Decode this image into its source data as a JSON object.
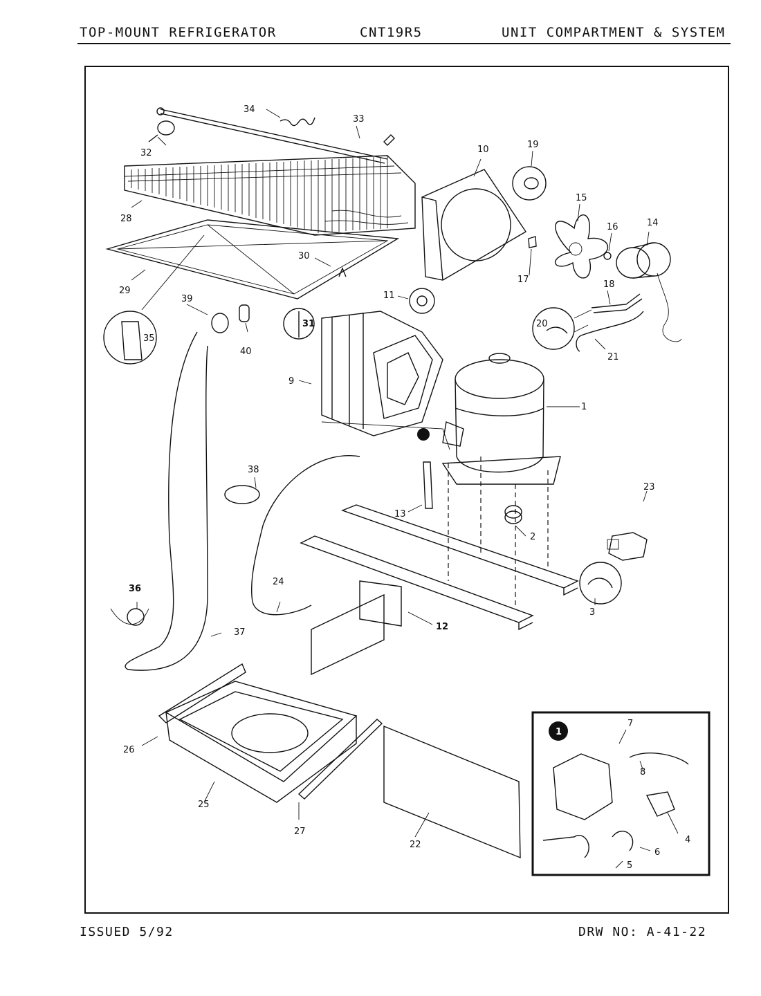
{
  "header": {
    "left": "TOP-MOUNT REFRIGERATOR",
    "model": "CNT19R5",
    "section": "UNIT COMPARTMENT & SYSTEM"
  },
  "footer": {
    "issued": "ISSUED 5/92",
    "drawing_no": "DRW NO: A-41-22"
  },
  "callouts": {
    "c1": "1",
    "c2": "2",
    "c3": "3",
    "c4": "4",
    "c5": "5",
    "c6": "6",
    "c7": "7",
    "c8": "8",
    "c9": "9",
    "c10": "10",
    "c11": "11",
    "c12": "12",
    "c13": "13",
    "c14": "14",
    "c15": "15",
    "c16": "16",
    "c17": "17",
    "c18": "18",
    "c19": "19",
    "c20": "20",
    "c21": "21",
    "c22": "22",
    "c23": "23",
    "c24": "24",
    "c25": "25",
    "c26": "26",
    "c27": "27",
    "c28": "28",
    "c29": "29",
    "c30": "30",
    "c31": "31",
    "c32": "32",
    "c33": "33",
    "c34": "34",
    "c35": "35",
    "c36": "36",
    "c37": "37",
    "c38": "38",
    "c39": "39",
    "c40": "40"
  },
  "inset_marker": "1"
}
